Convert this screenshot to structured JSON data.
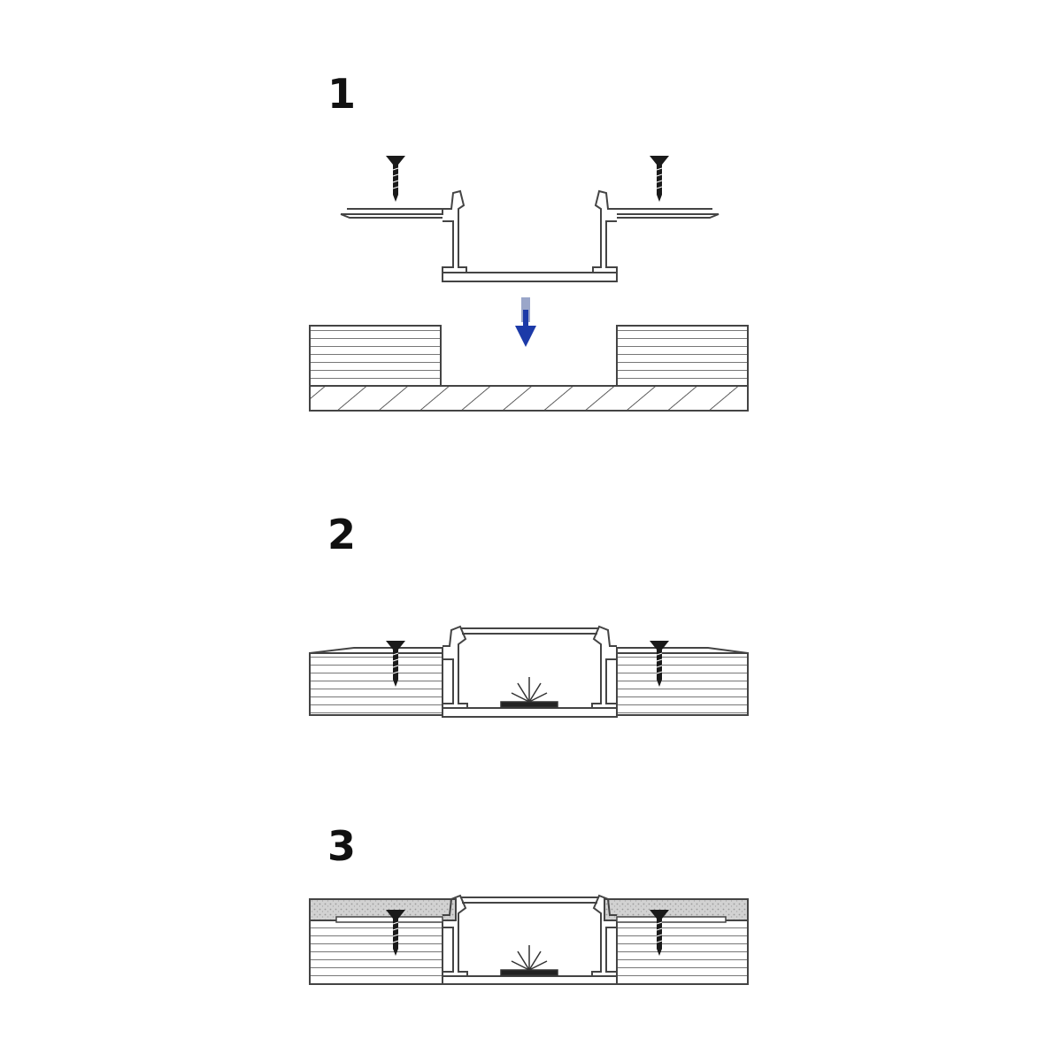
{
  "steps": [
    {
      "number": "1",
      "caption": ""
    },
    {
      "number": "2",
      "caption": ""
    },
    {
      "number": "3",
      "caption": ""
    }
  ],
  "icons": {
    "screw": "screw-icon",
    "arrow": "arrow-down-icon",
    "led": "led-strip-icon"
  },
  "colors": {
    "line": "#3a3a3a",
    "profile": "#555555",
    "screw": "#1a1a1a",
    "arrow": "#1c3aa8",
    "plaster": "#c8c8c8",
    "background": "#ffffff"
  }
}
